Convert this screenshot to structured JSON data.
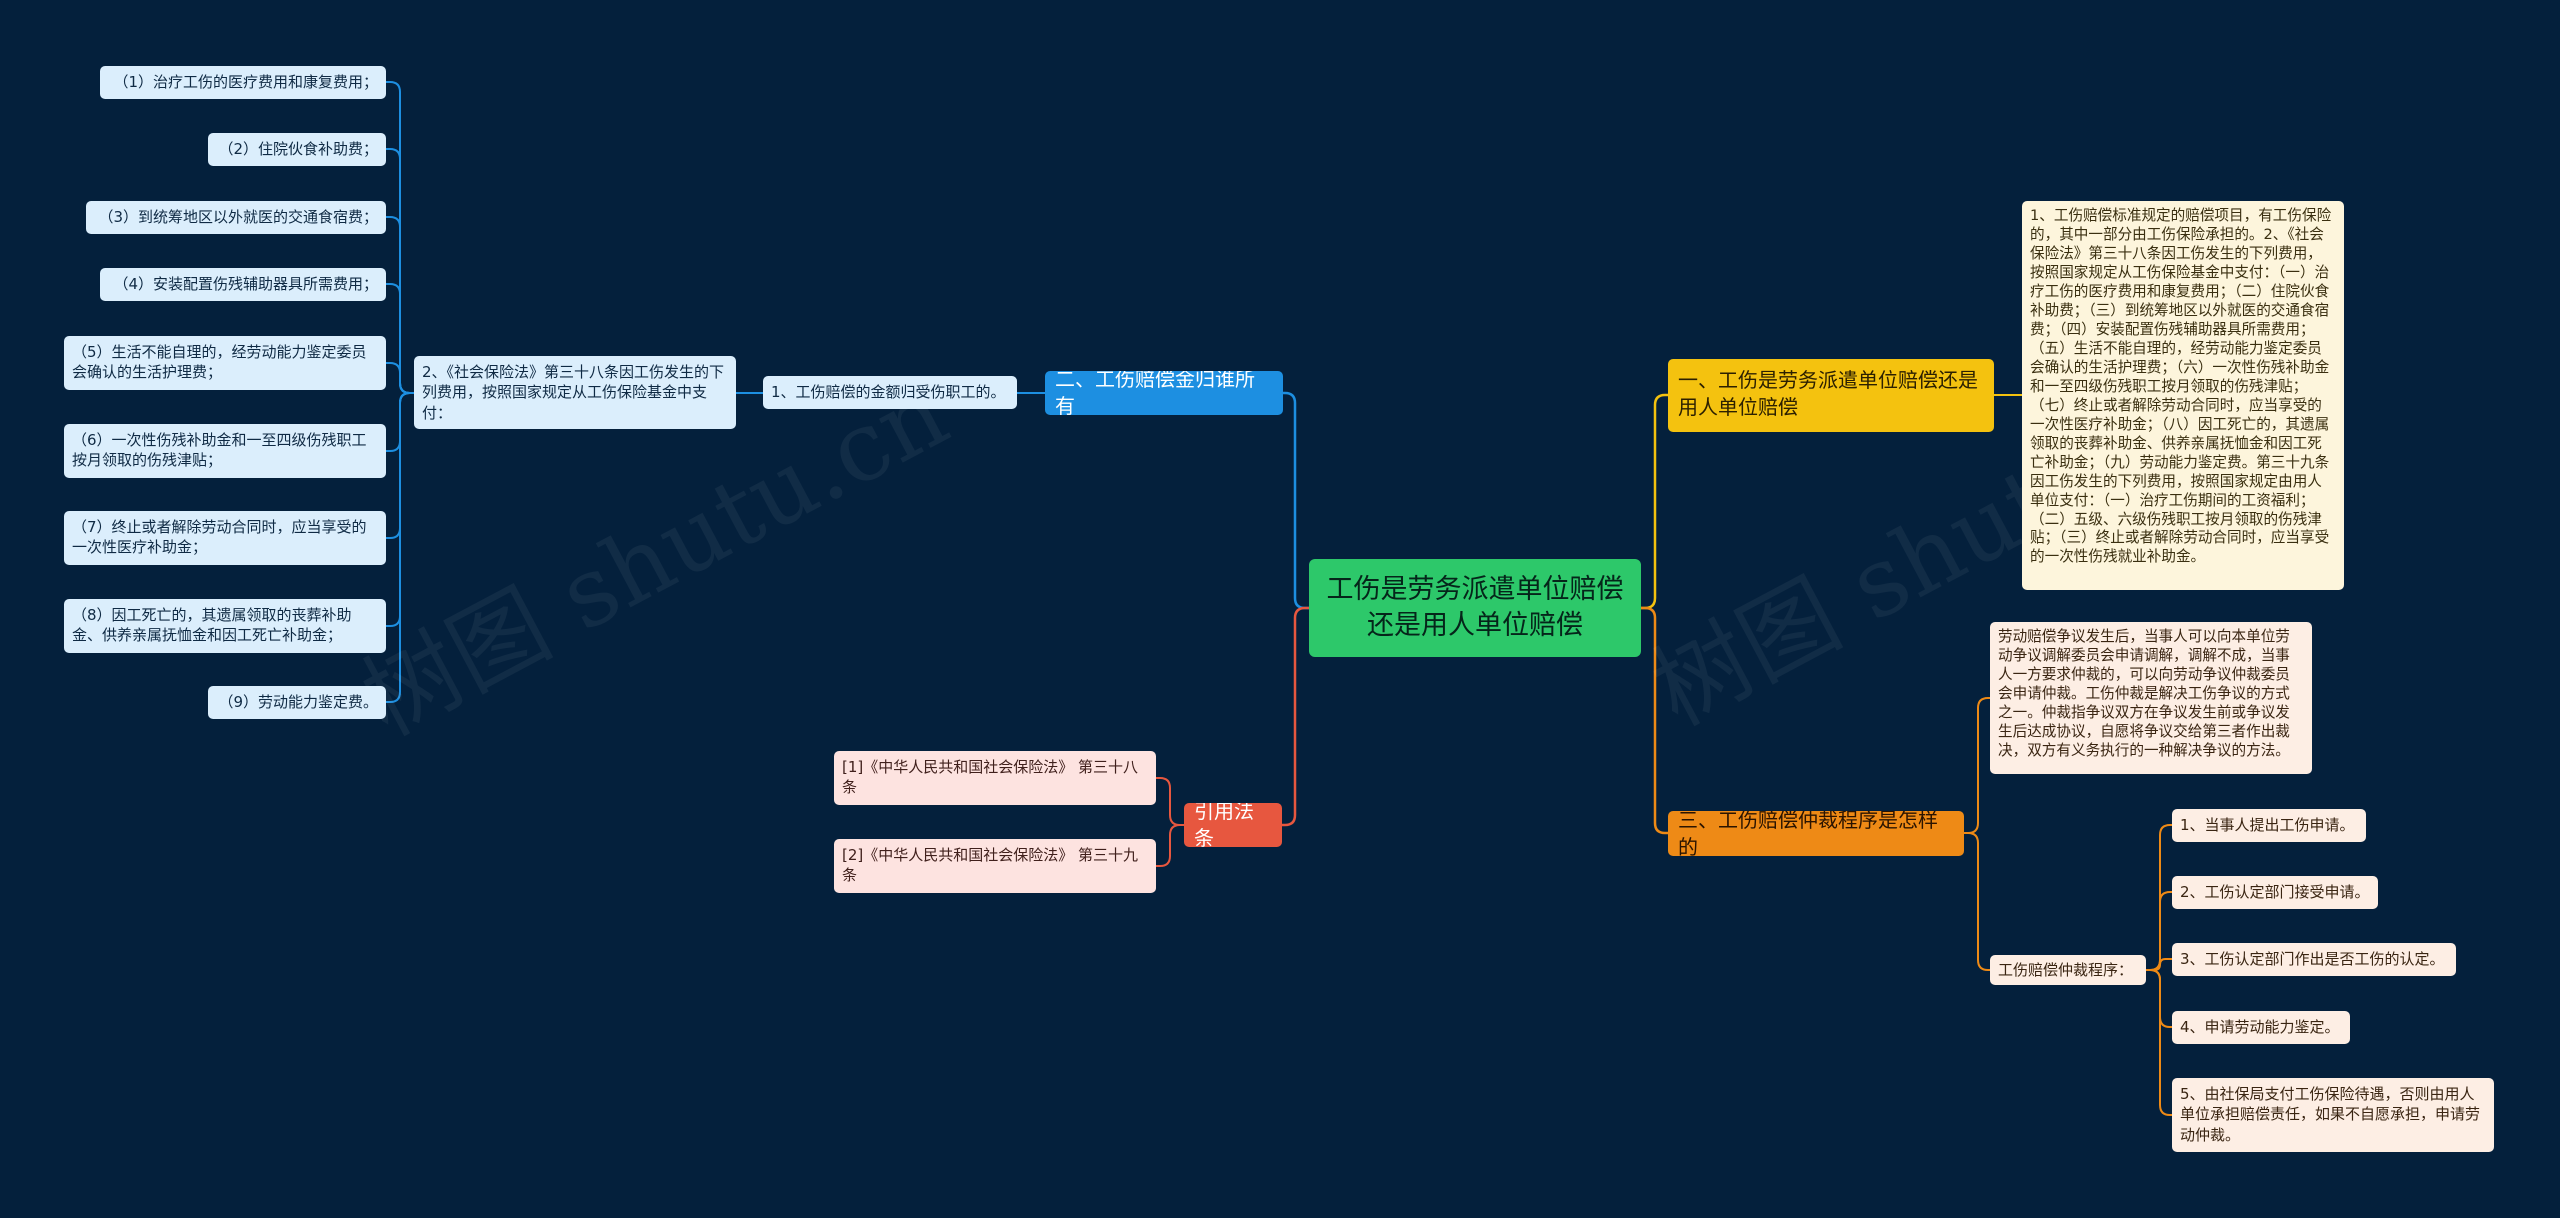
{
  "watermark": "树图 shutu.cn",
  "root": {
    "label": "工伤是劳务派遣单位赔偿还是用人单位赔偿"
  },
  "branch1": {
    "label": "一、工伤是劳务派遣单位赔偿还是用人单位赔偿",
    "detail": "1、工伤赔偿标准规定的赔偿项目，有工伤保险的，其中一部分由工伤保险承担的。2、《社会保险法》第三十八条因工伤发生的下列费用，按照国家规定从工伤保险基金中支付：（一）治疗工伤的医疗费用和康复费用；（二）住院伙食补助费；（三）到统筹地区以外就医的交通食宿费；（四）安装配置伤残辅助器具所需费用；（五）生活不能自理的，经劳动能力鉴定委员会确认的生活护理费；（六）一次性伤残补助金和一至四级伤残职工按月领取的伤残津贴；（七）终止或者解除劳动合同时，应当享受的一次性医疗补助金；（八）因工死亡的，其遗属领取的丧葬补助金、供养亲属抚恤金和因工死亡补助金；（九）劳动能力鉴定费。第三十九条因工伤发生的下列费用，按照国家规定由用人单位支付：（一）治疗工伤期间的工资福利；（二）五级、六级伤残职工按月领取的伤残津贴；（三）终止或者解除劳动合同时，应当享受的一次性伤残就业补助金。"
  },
  "branch2": {
    "label": "二、工伤赔偿金归谁所有",
    "child": "1、工伤赔偿的金额归受伤职工的。",
    "grandchild": "2、《社会保险法》第三十八条因工伤发生的下列费用，按照国家规定从工伤保险基金中支付：",
    "items": [
      "（1）治疗工伤的医疗费用和康复费用；",
      "（2）住院伙食补助费；",
      "（3）到统筹地区以外就医的交通食宿费；",
      "（4）安装配置伤残辅助器具所需费用；",
      "（5）生活不能自理的，经劳动能力鉴定委员会确认的生活护理费；",
      "（6）一次性伤残补助金和一至四级伤残职工按月领取的伤残津贴；",
      "（7）终止或者解除劳动合同时，应当享受的一次性医疗补助金；",
      "（8）因工死亡的，其遗属领取的丧葬补助金、供养亲属抚恤金和因工死亡补助金；",
      "（9）劳动能力鉴定费。"
    ]
  },
  "branch3": {
    "label": "三、工伤赔偿仲裁程序是怎样的",
    "detail": "劳动赔偿争议发生后，当事人可以向本单位劳动争议调解委员会申请调解，调解不成，当事人一方要求仲裁的，可以向劳动争议仲裁委员会申请仲裁。工伤仲裁是解决工伤争议的方式之一。仲裁指争议双方在争议发生前或争议发生后达成协议，自愿将争议交给第三者作出裁决，双方有义务执行的一种解决争议的方法。",
    "procedure_label": "工伤赔偿仲裁程序：",
    "steps": [
      "1、当事人提出工伤申请。",
      "2、工伤认定部门接受申请。",
      "3、工伤认定部门作出是否工伤的认定。",
      "4、申请劳动能力鉴定。",
      "5、由社保局支付工伤保险待遇，否则由用人单位承担赔偿责任，如果不自愿承担，申请劳动仲裁。"
    ]
  },
  "branch4": {
    "label": "引用法条",
    "refs": [
      "[1]《中华人民共和国社会保险法》 第三十八条",
      "[2]《中华人民共和国社会保险法》 第三十九条"
    ]
  },
  "colors": {
    "background": "#04203c",
    "root": "#2dc86a",
    "yellow": "#f4c20f",
    "blue": "#1d8fe1",
    "orange": "#ee8a16",
    "red": "#e7573f"
  }
}
